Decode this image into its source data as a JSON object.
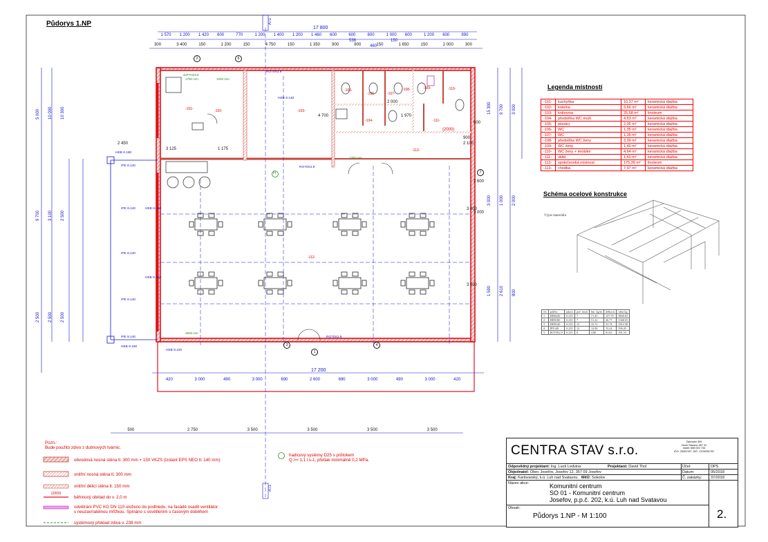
{
  "drawing": {
    "title": "Půdorys 1.NP",
    "section_labels": [
      "A'/1",
      "A'/1"
    ],
    "dims_top_total": "17 800",
    "dims_top_row1": [
      "1 570",
      "1 200",
      "1 420",
      "600",
      "770",
      "1 200",
      "1 400",
      "1 200",
      "1 460",
      "600",
      "600",
      "800",
      "1 000",
      "600",
      "1 200",
      "600",
      "990"
    ],
    "dims_top_row2": [
      "300",
      "3 400",
      "150",
      "1 200",
      "150",
      "4 750",
      "150",
      "1 350",
      "900",
      "900",
      "150",
      "1 650",
      "150",
      "2 000",
      "300"
    ],
    "dims_top_small": [
      "536",
      "460",
      "150"
    ],
    "dims_bottom_total": "17 200",
    "dims_bottom_row": [
      "420",
      "3 000",
      "490",
      "3 000",
      "690",
      "2 600",
      "690",
      "3 000",
      "490",
      "3 000",
      "420"
    ],
    "dims_footing": [
      "500",
      "2 750",
      "3 500",
      "3 500",
      "3 500",
      "3 500"
    ],
    "dims_left": [
      "5 000",
      "10 000",
      "10 300",
      "9 700",
      "3 100",
      "2 500",
      "2 500",
      "2 500",
      "2 500"
    ],
    "dims_right": [
      "15 300",
      "9 700",
      "3 000",
      "3 000",
      "1 000",
      "2 000",
      "1 590",
      "2 610",
      "800"
    ],
    "dims_mid": [
      "2 450",
      "3 125",
      "1 175",
      "4 700",
      "3 000",
      "3 000"
    ],
    "room_tags": [
      "-101-",
      "-102-",
      "-103-",
      "-104-",
      "-105-",
      "-106-",
      "-107-",
      "-108-",
      "-109-",
      "-110-",
      "-111-",
      "-112-",
      "-113-"
    ],
    "beam_labels": [
      "RO70X2.9",
      "RO70X2.9",
      "RO70X2.9",
      "HEB 8.180",
      "IPE 8.140",
      "IPE 8.140",
      "IPE 8.140",
      "IPE 8.140",
      "IPE 8.140",
      "HEB 8.180",
      "HEB 8.140",
      "HEB 8.160",
      "HEB 8.160",
      "HEB 8.220"
    ],
    "window_labels": [
      "3xPTH23.8",
      "1750 mm",
      "3500 mm",
      "1350 mm",
      "1000 mm"
    ],
    "axis_tags": [
      "2",
      "3",
      "4",
      "1",
      "6",
      "7"
    ],
    "hydrant": "H",
    "misc_dims": [
      "2 000",
      "2 600",
      "3 000",
      "2 100",
      "900",
      "600",
      "1 970",
      "(2000)"
    ]
  },
  "legend": {
    "title": "Legenda místností",
    "rooms": [
      {
        "no": "-101-",
        "name": "kuchyňka",
        "area": "10,37 m²",
        "floor": "keramická dlažba"
      },
      {
        "no": "-102-",
        "name": "kotelna",
        "area": "3,66 m²",
        "floor": "keramická dlažba"
      },
      {
        "no": "-103-",
        "name": "knihovna",
        "area": "25,58 m²",
        "floor": "linoleum"
      },
      {
        "no": "-104-",
        "name": "předsíňka WC muži",
        "area": "4,63 m²",
        "floor": "keramická dlažba"
      },
      {
        "no": "-105-",
        "name": "pisoáry",
        "area": "2,05 m²",
        "floor": "keramická dlažba"
      },
      {
        "no": "-106-",
        "name": "WC",
        "area": "1,35 m²",
        "floor": "keramická dlažba"
      },
      {
        "no": "-107-",
        "name": "WC",
        "area": "1,35 m²",
        "floor": "keramická dlažba"
      },
      {
        "no": "-108-",
        "name": "předsíňka WC ženy",
        "area": "3,39 m²",
        "floor": "keramická dlažba"
      },
      {
        "no": "-109-",
        "name": "WC ženy",
        "area": "1,49 m²",
        "floor": "keramická dlažba"
      },
      {
        "no": "-110-",
        "name": "WC ženy + imobilní",
        "area": "4,64 m²",
        "floor": "keramická dlažba"
      },
      {
        "no": "-111-",
        "name": "úklid",
        "area": "1,60 m²",
        "floor": "keramická dlažba"
      },
      {
        "no": "-112-",
        "name": "společenská místnost",
        "area": "175,39 m²",
        "floor": "linoleum"
      },
      {
        "no": "-113-",
        "name": "chodba",
        "area": "7,97 m²",
        "floor": "keramická dlažba"
      }
    ]
  },
  "steel": {
    "title": "Schéma ocelové konstrukce",
    "caption": "Výpis materiálu",
    "headers": [
      "čís",
      "průřez",
      "jakost",
      "poč. kusů",
      "hm. kg/m",
      "délka m",
      "váha kg"
    ],
    "rows": [
      [
        "1",
        "HEB220",
        "S 235",
        "7",
        "71.45",
        "137.70",
        "9840.65"
      ],
      [
        "2",
        "HEB180",
        "S 235",
        "7",
        "51.22",
        "26.77",
        "1368.55"
      ],
      [
        "3",
        "HEB140",
        "S 235",
        "15",
        "33.72",
        "53.74",
        "1812.38"
      ],
      [
        "4",
        "IPE140",
        "S 235",
        "12",
        "12.90",
        "15.24",
        "196.45"
      ],
      [
        "5",
        "RO70X2.9",
        "S 235",
        "8",
        "4.80",
        "81.63",
        "391.53"
      ]
    ]
  },
  "notes": {
    "poz_label": "Pozn.:",
    "poz_text": "Bude použito zdivo z dutinových tvárnic.",
    "items": [
      "obvodová nosná stěna tl. 300 mm + 150 VKZS (izolant EPS NEO tl. 140 mm)",
      "vnitřní nosná stěna tl. 300 mm",
      "vnitřní dělicí stěna tl. 150 mm",
      "běhinový obklad do v. 2,0 m",
      "odvětrání PVC KG DN 110 uloženo do podhledu, na fasádě osadit ventilátor",
      "s neuzavíratelnou mřížkou. Spínáno s osvětlením s časovým doběhem",
      "systémový překlad zdiva v. 238 mm"
    ],
    "obklad_code": "(2000)",
    "hydrant_title": "hadicový systémy D25 s průtokem",
    "hydrant_text": "Q >= 1,1 l.s-1, přetlak minimálně 0,2 MPa."
  },
  "titleblock": {
    "company": "CENTRA STAV s.r.o.",
    "address": [
      "Zahradní 309",
      "Horní Slavkov 357 31",
      "mobil: 608 002 734",
      "IČO: 25251787, DIČ: CZ25251787"
    ],
    "odpovedny_label": "Odpovědný projektant:",
    "odpovedny": "Ing. Luoš Ledvina",
    "projektant_label": "Projektant:",
    "projektant": "David Thol",
    "ucel_label": "Účel:",
    "ucel": "DPS",
    "objednatel_label": "Objednatel:",
    "objednatel": "Obec Josefov, Josefov 12, 357 09 Josefov",
    "datum_label": "Datum:",
    "datum": "05/2018",
    "kraj_label": "Kraj:",
    "kraj": "Karlovarský, k.ú. Luh nad Svatavou",
    "meu_label": "MěÚ:",
    "meu": "Sokolov",
    "zakazka_label": "Č. zakázky:",
    "zakazka": "37/2018",
    "nazev_label": "Název akce:",
    "nazev": [
      "Komunitní centrum",
      "SO 01 - Komunitní centrum",
      "Josefov, p.p.č. 202, k.ú. Luh nad Svatavou"
    ],
    "obsah_label": "Obsah:",
    "obsah": "Půdorys 1.NP - M 1:100",
    "sheet_no": "2."
  },
  "colors": {
    "red": "#e0101a",
    "green": "#2a8a2a",
    "blue": "#1010cc",
    "hatch": "#c8463c"
  }
}
